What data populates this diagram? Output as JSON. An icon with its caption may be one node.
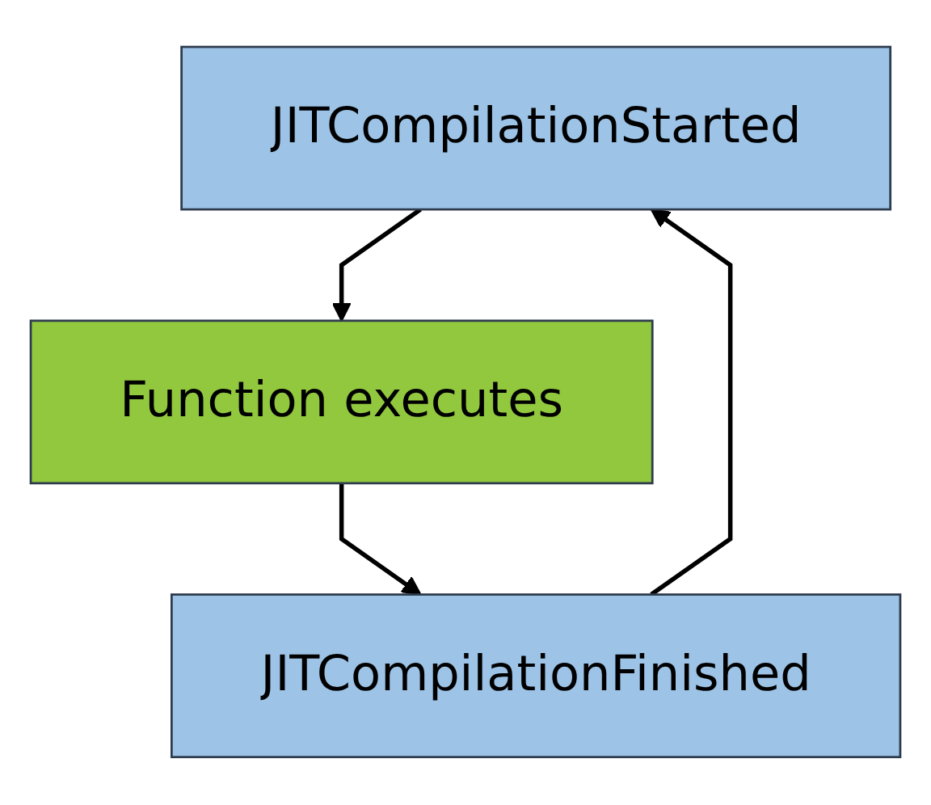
{
  "diagram": {
    "nodes": [
      {
        "text": [
          "JITCompilationStarted"
        ]
      },
      {
        "text": [
          "Function executes"
        ]
      },
      {
        "text": [
          "JITCompilationFinished"
        ]
      }
    ],
    "edges": [
      {
        "from": 0,
        "to": 1,
        "arrow": "to"
      },
      {
        "from": 1,
        "to": 2,
        "arrow": "to"
      },
      {
        "from": 2,
        "to": 0,
        "arrow": "to"
      }
    ]
  }
}
